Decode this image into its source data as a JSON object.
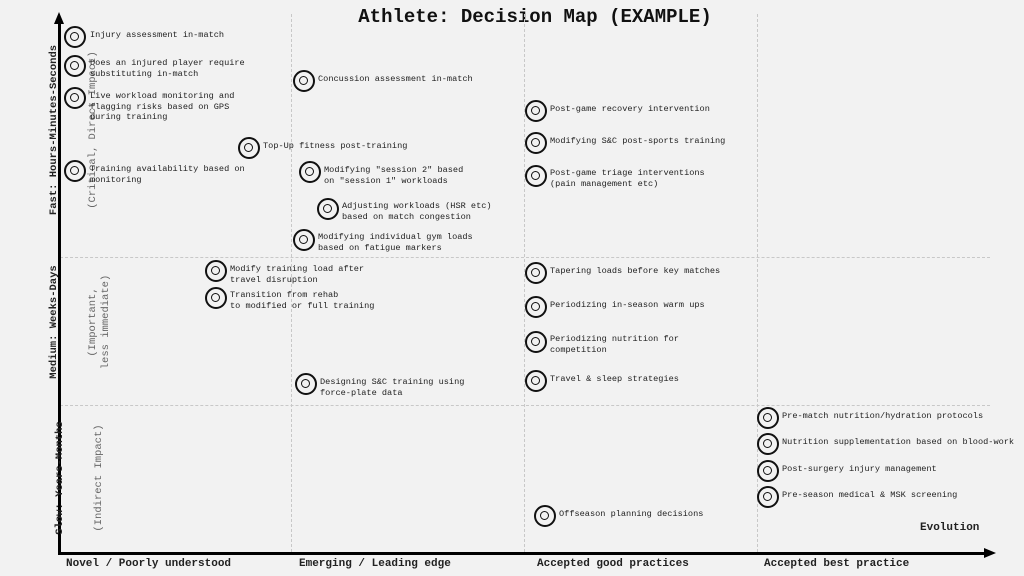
{
  "title": "Athlete: Decision Map (EXAMPLE)",
  "x_axis": {
    "categories": [
      "Novel / Poorly understood",
      "Emerging / Leading edge",
      "Accepted good practices",
      "Accepted best practice"
    ],
    "label": "Evolution"
  },
  "y_axis": {
    "bands": [
      {
        "name": "Fast: Hours-Minutes-Seconds",
        "sub": "(Critical, Direct Impact)"
      },
      {
        "name": "Medium: Weeks-Days",
        "sub": "(Important,\nless immediate)"
      },
      {
        "name": "Slow: Years-Months",
        "sub": "(Indirect Impact)"
      }
    ]
  },
  "decisions": [
    {
      "label": "Injury assessment in-match",
      "speed": "Fast",
      "evolution": "Novel / Poorly understood"
    },
    {
      "label": "Does an injured player require\nsubstituting in-match",
      "speed": "Fast",
      "evolution": "Novel / Poorly understood"
    },
    {
      "label": "Live workload monitoring and\nflagging risks based on GPS\nduring training",
      "speed": "Fast",
      "evolution": "Novel / Poorly understood"
    },
    {
      "label": "Top-Up fitness post-training",
      "speed": "Fast",
      "evolution": "Novel / Poorly understood"
    },
    {
      "label": "Training availability based on\nmonitoring",
      "speed": "Fast",
      "evolution": "Novel / Poorly understood"
    },
    {
      "label": "Concussion assessment in-match",
      "speed": "Fast",
      "evolution": "Emerging / Leading edge"
    },
    {
      "label": "Modifying \"session 2\" based\non \"session 1\" workloads",
      "speed": "Fast",
      "evolution": "Emerging / Leading edge"
    },
    {
      "label": "Adjusting workloads (HSR etc)\nbased on match congestion",
      "speed": "Fast",
      "evolution": "Emerging / Leading edge"
    },
    {
      "label": "Modifying individual gym loads\nbased on fatigue markers",
      "speed": "Fast",
      "evolution": "Emerging / Leading edge"
    },
    {
      "label": "Post-game recovery intervention",
      "speed": "Fast",
      "evolution": "Accepted good practices"
    },
    {
      "label": "Modifying S&C post-sports training",
      "speed": "Fast",
      "evolution": "Accepted good practices"
    },
    {
      "label": "Post-game triage interventions\n(pain management etc)",
      "speed": "Fast",
      "evolution": "Accepted good practices"
    },
    {
      "label": "Modify training load after\ntravel disruption",
      "speed": "Medium",
      "evolution": "Novel / Poorly understood"
    },
    {
      "label": "Transition from rehab\nto modified or full training",
      "speed": "Medium",
      "evolution": "Novel / Poorly understood"
    },
    {
      "label": "Designing S&C training using\nforce-plate data",
      "speed": "Medium",
      "evolution": "Emerging / Leading edge"
    },
    {
      "label": "Tapering loads before key matches",
      "speed": "Medium",
      "evolution": "Accepted good practices"
    },
    {
      "label": "Periodizing in-season warm ups",
      "speed": "Medium",
      "evolution": "Accepted good practices"
    },
    {
      "label": "Periodizing nutrition for\ncompetition",
      "speed": "Medium",
      "evolution": "Accepted good practices"
    },
    {
      "label": "Travel & sleep strategies",
      "speed": "Medium",
      "evolution": "Accepted good practices"
    },
    {
      "label": "Pre-match nutrition/hydration protocols",
      "speed": "Slow",
      "evolution": "Accepted best practice"
    },
    {
      "label": "Nutrition supplementation based on blood-work",
      "speed": "Slow",
      "evolution": "Accepted best practice"
    },
    {
      "label": "Post-surgery injury management",
      "speed": "Slow",
      "evolution": "Accepted best practice"
    },
    {
      "label": "Pre-season medical & MSK screening",
      "speed": "Slow",
      "evolution": "Accepted best practice"
    },
    {
      "label": "Offseason planning decisions",
      "speed": "Slow",
      "evolution": "Accepted good practices"
    }
  ]
}
